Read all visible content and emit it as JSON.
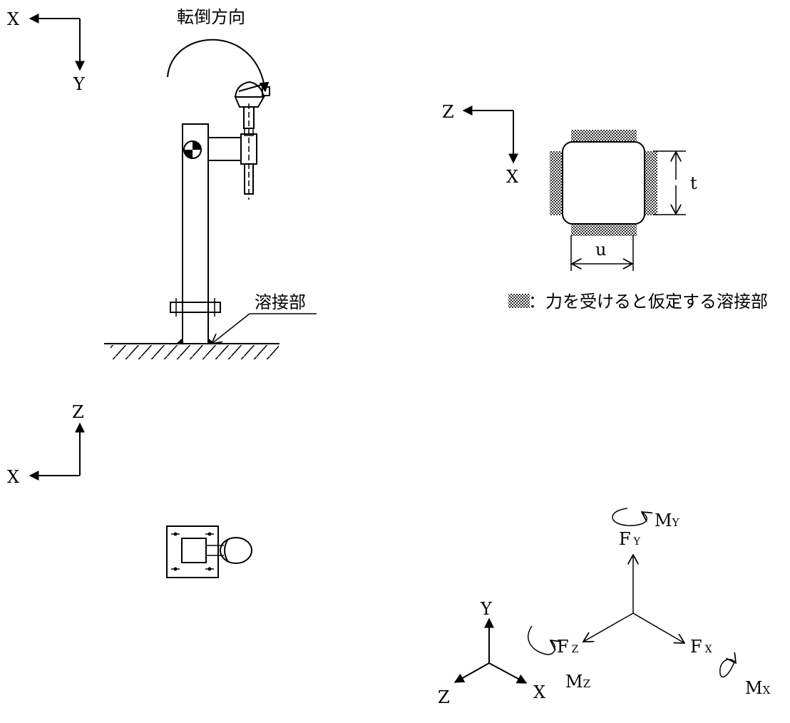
{
  "colors": {
    "line": "#000000",
    "hatch": "#555555",
    "background": "#ffffff"
  },
  "axes_top": {
    "x": "X",
    "y": "Y"
  },
  "axes_mid": {
    "z": "Z",
    "x": "X"
  },
  "axes_right": {
    "z": "Z",
    "x": "X"
  },
  "axes_iso": {
    "y": "Y",
    "z": "Z",
    "x": "X"
  },
  "labels": {
    "overturn_direction": "転倒方向",
    "weld_part": "溶接部",
    "dim_t": "t",
    "dim_u": "u",
    "legend_text": "：力を受けると仮定する溶接部"
  },
  "forces": {
    "fy_main": "F",
    "fy_sub": "Y",
    "fz_main": "F",
    "fz_sub": "Z",
    "fx_main": "F",
    "fx_sub": "X",
    "my_main": "M",
    "my_sub": "Y",
    "mz_main": "M",
    "mz_sub": "Z",
    "mx_main": "M",
    "mx_sub": "X"
  }
}
